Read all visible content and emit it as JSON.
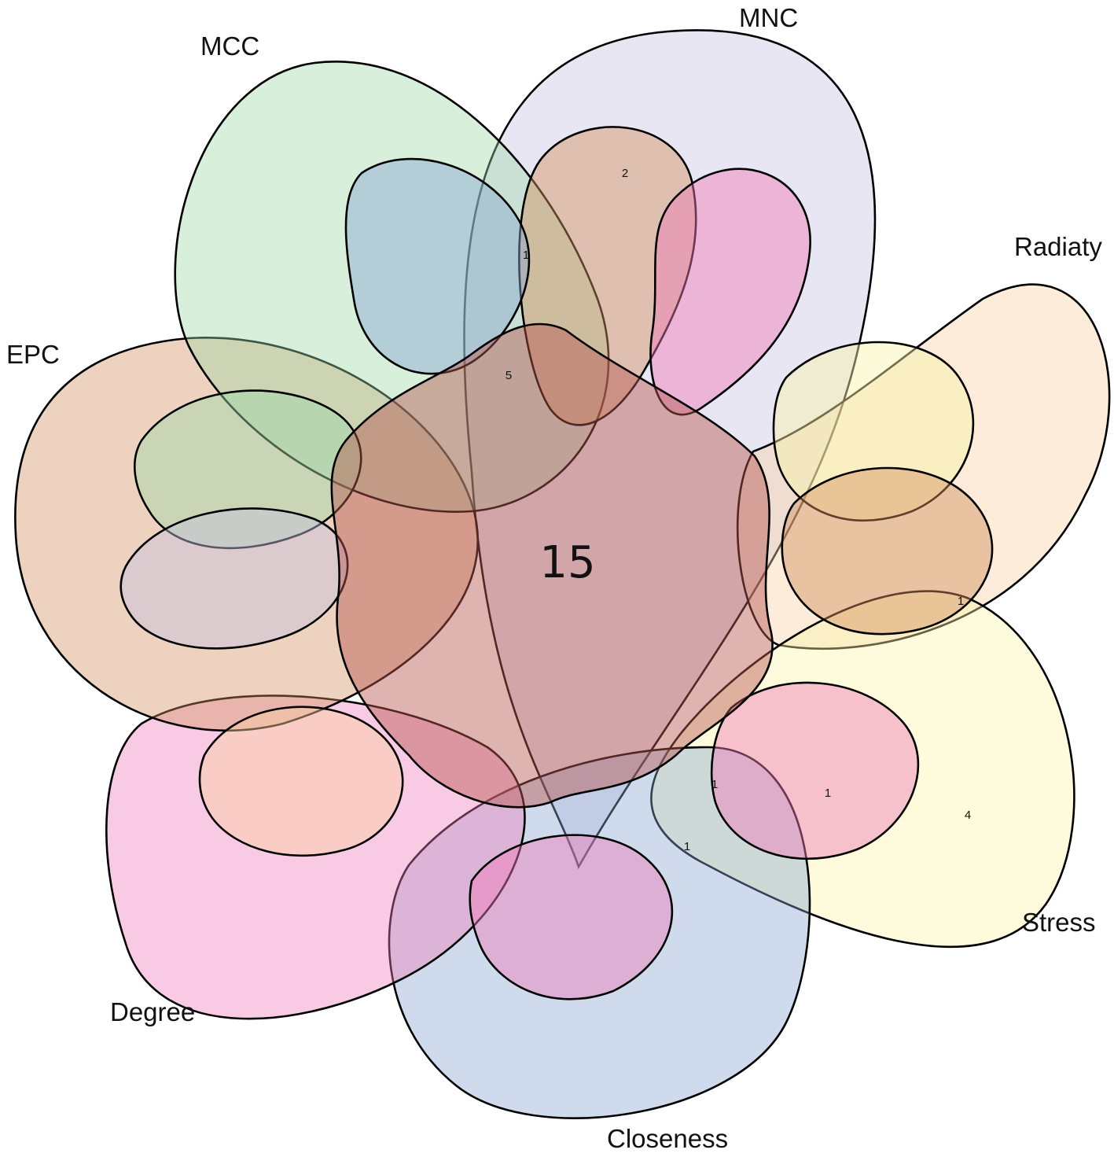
{
  "sets": [
    {
      "name": "MNC",
      "color": "#c8c0e0"
    },
    {
      "name": "Radiaty",
      "color": "#f8cf9f"
    },
    {
      "name": "Stress",
      "color": "#f9f4a8"
    },
    {
      "name": "Closeness",
      "color": "#88a6d0"
    },
    {
      "name": "Degree",
      "color": "#f07ab8"
    },
    {
      "name": "EPC",
      "color": "#d39060"
    },
    {
      "name": "MCC",
      "color": "#9ed8a6"
    }
  ],
  "regions": {
    "all": "15",
    "r1": "2",
    "r2": "1",
    "r3": "5",
    "r4": "1",
    "r5": "4",
    "r6": "1",
    "r7": "1",
    "r8": "1"
  }
}
